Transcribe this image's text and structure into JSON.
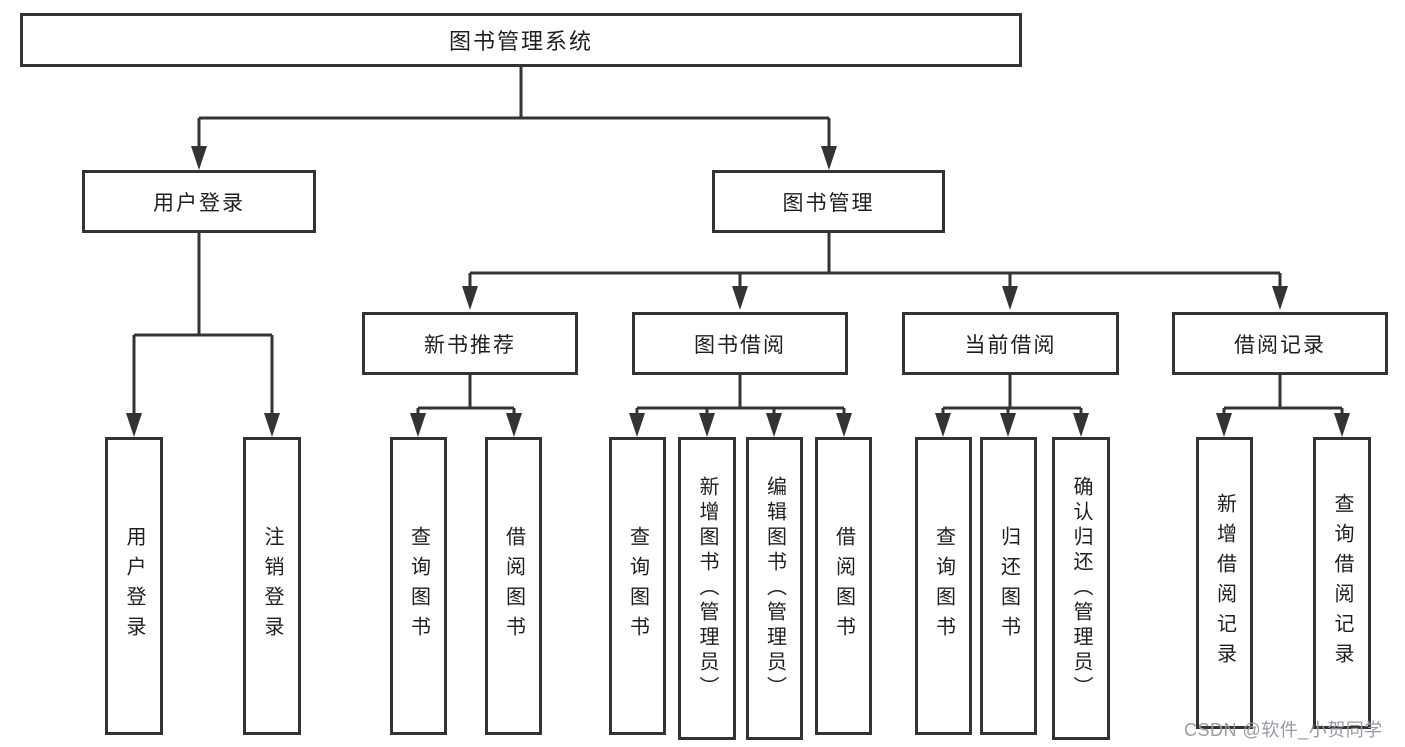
{
  "nodes": {
    "root": "图书管理系统",
    "user_login": "用户登录",
    "book_mgmt": "图书管理",
    "new_book_rec": "新书推荐",
    "book_borrow": "图书借阅",
    "current_borrow": "当前借阅",
    "borrow_records": "借阅记录",
    "leaf_user_login": "用户登录",
    "leaf_logout": "注销登录",
    "rec_query": "查询图书",
    "rec_borrow": "借阅图书",
    "bb_query": "查询图书",
    "bb_add": "新增图书（管理员）",
    "bb_edit": "编辑图书（管理员）",
    "bb_borrow": "借阅图书",
    "cb_query": "查询图书",
    "cb_return": "归还图书",
    "cb_confirm": "确认归还（管理员）",
    "br_add": "新增借阅记录",
    "br_query": "查询借阅记录"
  },
  "watermark": "CSDN @软件_小贺同学",
  "colors": {
    "line": "#333333",
    "box_border": "#333333",
    "text": "#1f1f1f",
    "watermark": "#9a9aa2",
    "background": "#ffffff"
  }
}
